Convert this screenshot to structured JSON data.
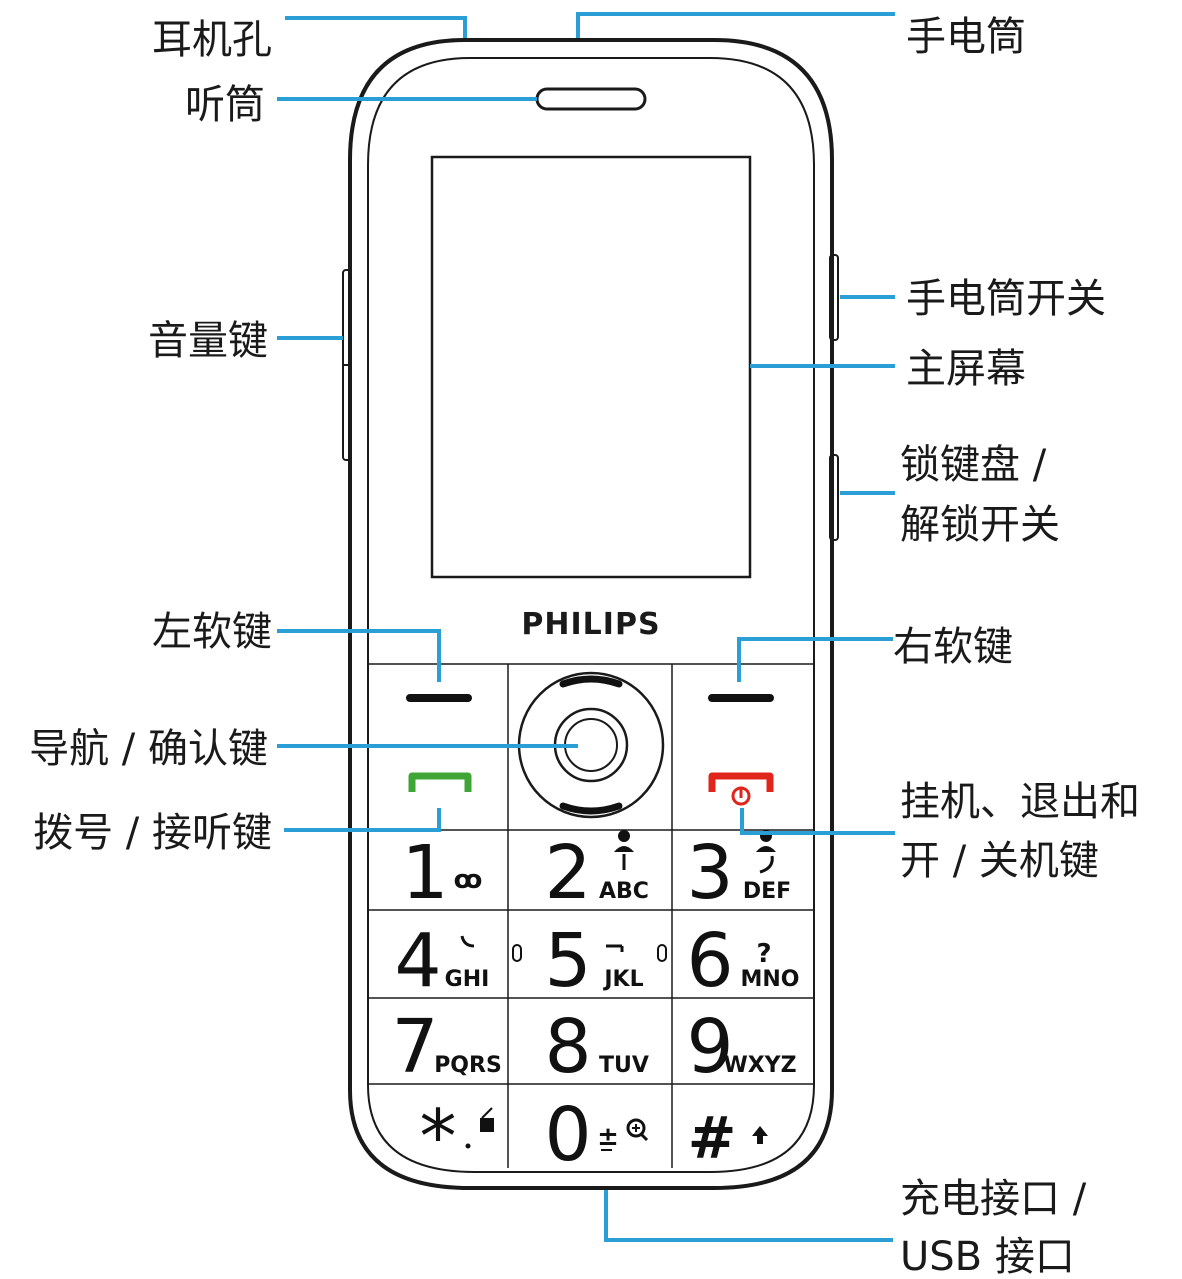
{
  "brand": "PHILIPS",
  "labels": {
    "headphone_jack": "耳机孔",
    "flashlight": "手电筒",
    "earpiece": "听筒",
    "volume_key": "音量键",
    "flashlight_switch": "手电筒开关",
    "main_screen": "主屏幕",
    "keypad_lock_line1": "锁键盘 /",
    "keypad_lock_line2": "解锁开关",
    "left_soft_key": "左软键",
    "right_soft_key": "右软键",
    "nav_confirm_key": "导航 / 确认键",
    "call_answer_key": "拨号 / 接听键",
    "end_power_line1": "挂机、退出和",
    "end_power_line2": "开 / 关机键",
    "charging_line1": "充电接口 /",
    "charging_line2": "USB 接口"
  },
  "keys": [
    {
      "digit": "1",
      "letters": "",
      "symbol": "ꝏ"
    },
    {
      "digit": "2",
      "letters": "ABC",
      "symbol": ""
    },
    {
      "digit": "3",
      "letters": "DEF",
      "symbol": ""
    },
    {
      "digit": "4",
      "letters": "GHI",
      "symbol": ""
    },
    {
      "digit": "5",
      "letters": "JKL",
      "symbol": ""
    },
    {
      "digit": "6",
      "letters": "MNO",
      "symbol": "?"
    },
    {
      "digit": "7",
      "letters": "PQRS",
      "symbol": ""
    },
    {
      "digit": "8",
      "letters": "TUV",
      "symbol": ""
    },
    {
      "digit": "9",
      "letters": "WXYZ",
      "symbol": ""
    },
    {
      "digit": "*",
      "letters": "",
      "symbol": ""
    },
    {
      "digit": "0",
      "letters": "",
      "symbol": "±"
    },
    {
      "digit": "#",
      "letters": "",
      "symbol": ""
    }
  ],
  "colors": {
    "leader": "#2a9fd6",
    "call_key": "#3fa535",
    "end_key": "#e0251b",
    "outline": "#1a1a1a"
  }
}
